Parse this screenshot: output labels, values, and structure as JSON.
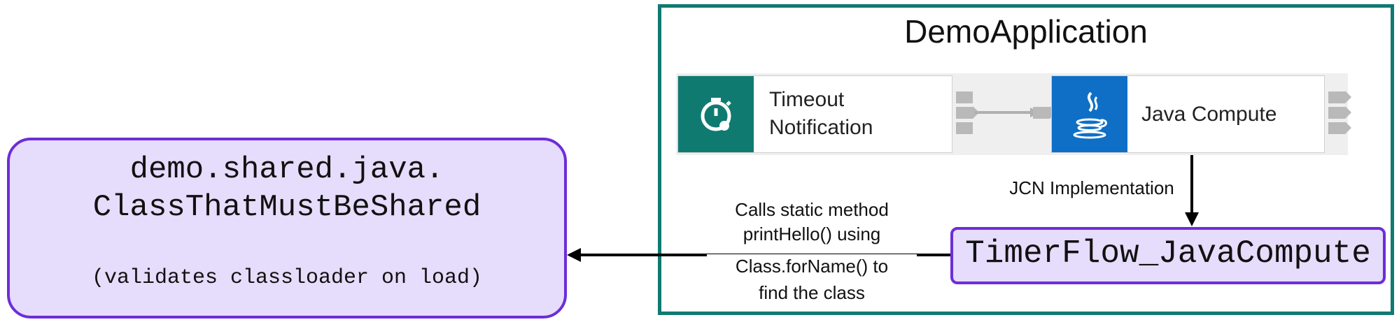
{
  "application": {
    "title": "DemoApplication"
  },
  "flow": {
    "timeout_node": {
      "label_line1": "Timeout",
      "label_line2": "Notification",
      "icon": "stopwatch-icon"
    },
    "java_node": {
      "label": "Java Compute",
      "icon": "java-coffee-icon"
    }
  },
  "shared_class": {
    "line1": "demo.shared.java.",
    "line2": "ClassThatMustBeShared",
    "note": "(validates classloader on load)"
  },
  "timerflow": {
    "label": "TimerFlow_JavaCompute"
  },
  "edges": {
    "jcn_label": "JCN Implementation",
    "calls_lines": [
      "Calls static method",
      "printHello() using",
      "Class.forName() to",
      "find the class"
    ]
  },
  "colors": {
    "app_border": "#107a72",
    "purple_border": "#6c2ed8",
    "purple_fill": "#e6dcfb",
    "timeout_icon_bg": "#0f7b70",
    "java_icon_bg": "#0f6fc6"
  }
}
